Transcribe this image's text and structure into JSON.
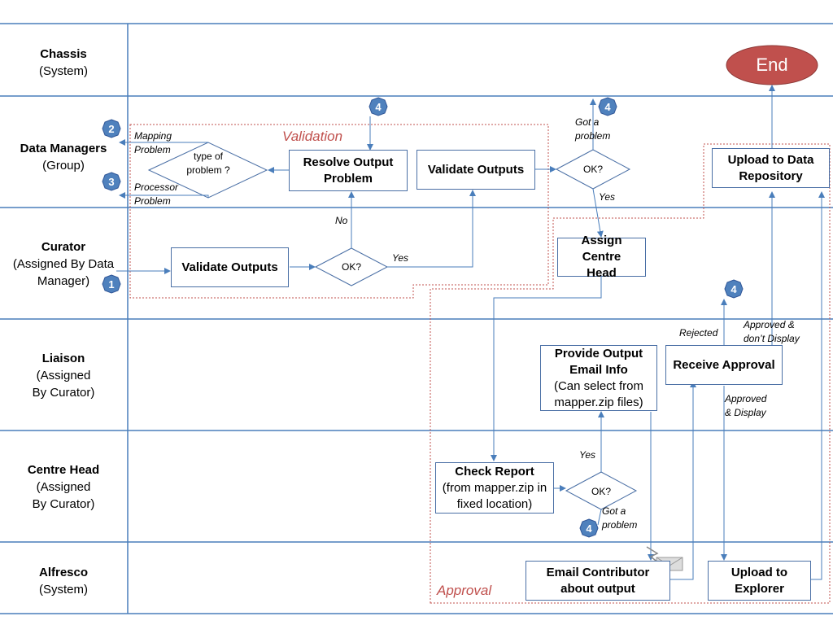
{
  "lanes": [
    {
      "name": "Chassis",
      "sub": "(System)"
    },
    {
      "name": "Data Managers",
      "sub": "(Group)"
    },
    {
      "name": "Curator",
      "sub": "(Assigned By Data Manager)"
    },
    {
      "name": "Liaison",
      "sub": "(Assigned By Curator)"
    },
    {
      "name": "Centre Head",
      "sub": "(Assigned By Curator)"
    },
    {
      "name": "Alfresco",
      "sub": "(System)"
    }
  ],
  "regions": {
    "validation": "Validation",
    "approval": "Approval"
  },
  "end_label": "End",
  "boxes": {
    "resolve": "Resolve Output Problem",
    "validate_dm": "Validate Outputs",
    "upload_repo": "Upload to Data Repository",
    "validate_curator": "Validate Outputs",
    "assign": "Assign Centre Head",
    "provide_title": "Provide Output Email Info",
    "provide_sub": "(Can select from mapper.zip files)",
    "receive": "Receive Approval",
    "check_title": "Check Report",
    "check_sub": "(from mapper.zip in fixed location)",
    "email": "Email Contributor about output",
    "upload_explorer": "Upload to Explorer"
  },
  "decisions": {
    "type": "type of problem ?",
    "ok_dm": "OK?",
    "ok_curator": "OK?",
    "ok_centre": "OK?"
  },
  "edge_labels": {
    "mapping": "Mapping Problem",
    "processor": "Processor Problem",
    "got_problem_1": "Got a problem",
    "yes_1": "Yes",
    "no": "No",
    "yes_2": "Yes",
    "rejected": "Rejected",
    "approved_no_display": "Approved & don’t Display",
    "approved_display": "Approved & Display",
    "yes_3": "Yes",
    "got_problem_2": "Got a problem"
  },
  "badges": [
    "2",
    "3",
    "1",
    "4",
    "4",
    "4",
    "4"
  ],
  "colors": {
    "lane_line": "#4a7ebb",
    "box_border": "#4a6fa5",
    "badge": "#4f81bd",
    "region": "#c0504d",
    "end": "#c0504d"
  }
}
